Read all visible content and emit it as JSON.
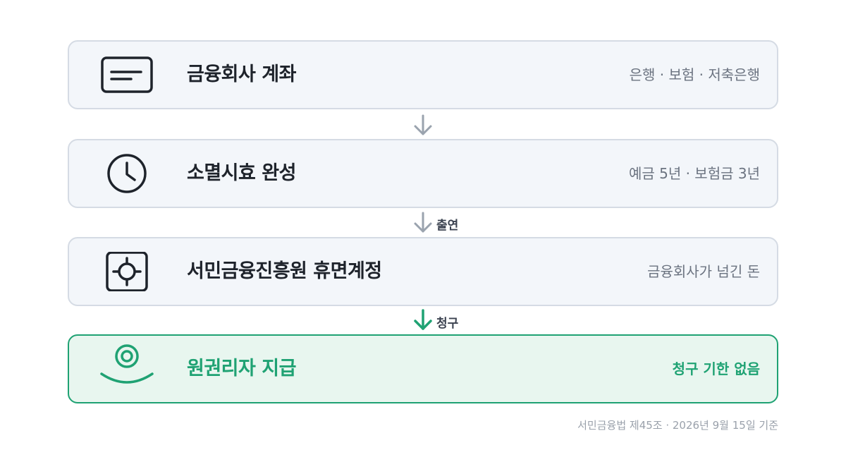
{
  "steps": [
    {
      "title": "금융회사 계좌",
      "desc": "은행 · 보험 · 저축은행",
      "icon": "card-icon"
    },
    {
      "title": "소멸시효 완성",
      "desc": "예금 5년 · 보험금 3년",
      "icon": "clock-icon"
    },
    {
      "title": "서민금융진흥원 휴면계정",
      "desc": "금융회사가 넘긴 돈",
      "icon": "safe-icon"
    },
    {
      "title": "원권리자 지급",
      "desc": "청구 기한 없음",
      "icon": "person-icon"
    }
  ],
  "arrows": [
    "",
    "출연",
    "청구"
  ],
  "footnote": "서민금융법 제45조 · 2026년 9월 15일 기준",
  "colors": {
    "accent": "#1fa273",
    "neutral_border": "#d5dbe4",
    "neutral_fill": "#f3f6fa",
    "arrow_gray": "#9aa3ae"
  }
}
